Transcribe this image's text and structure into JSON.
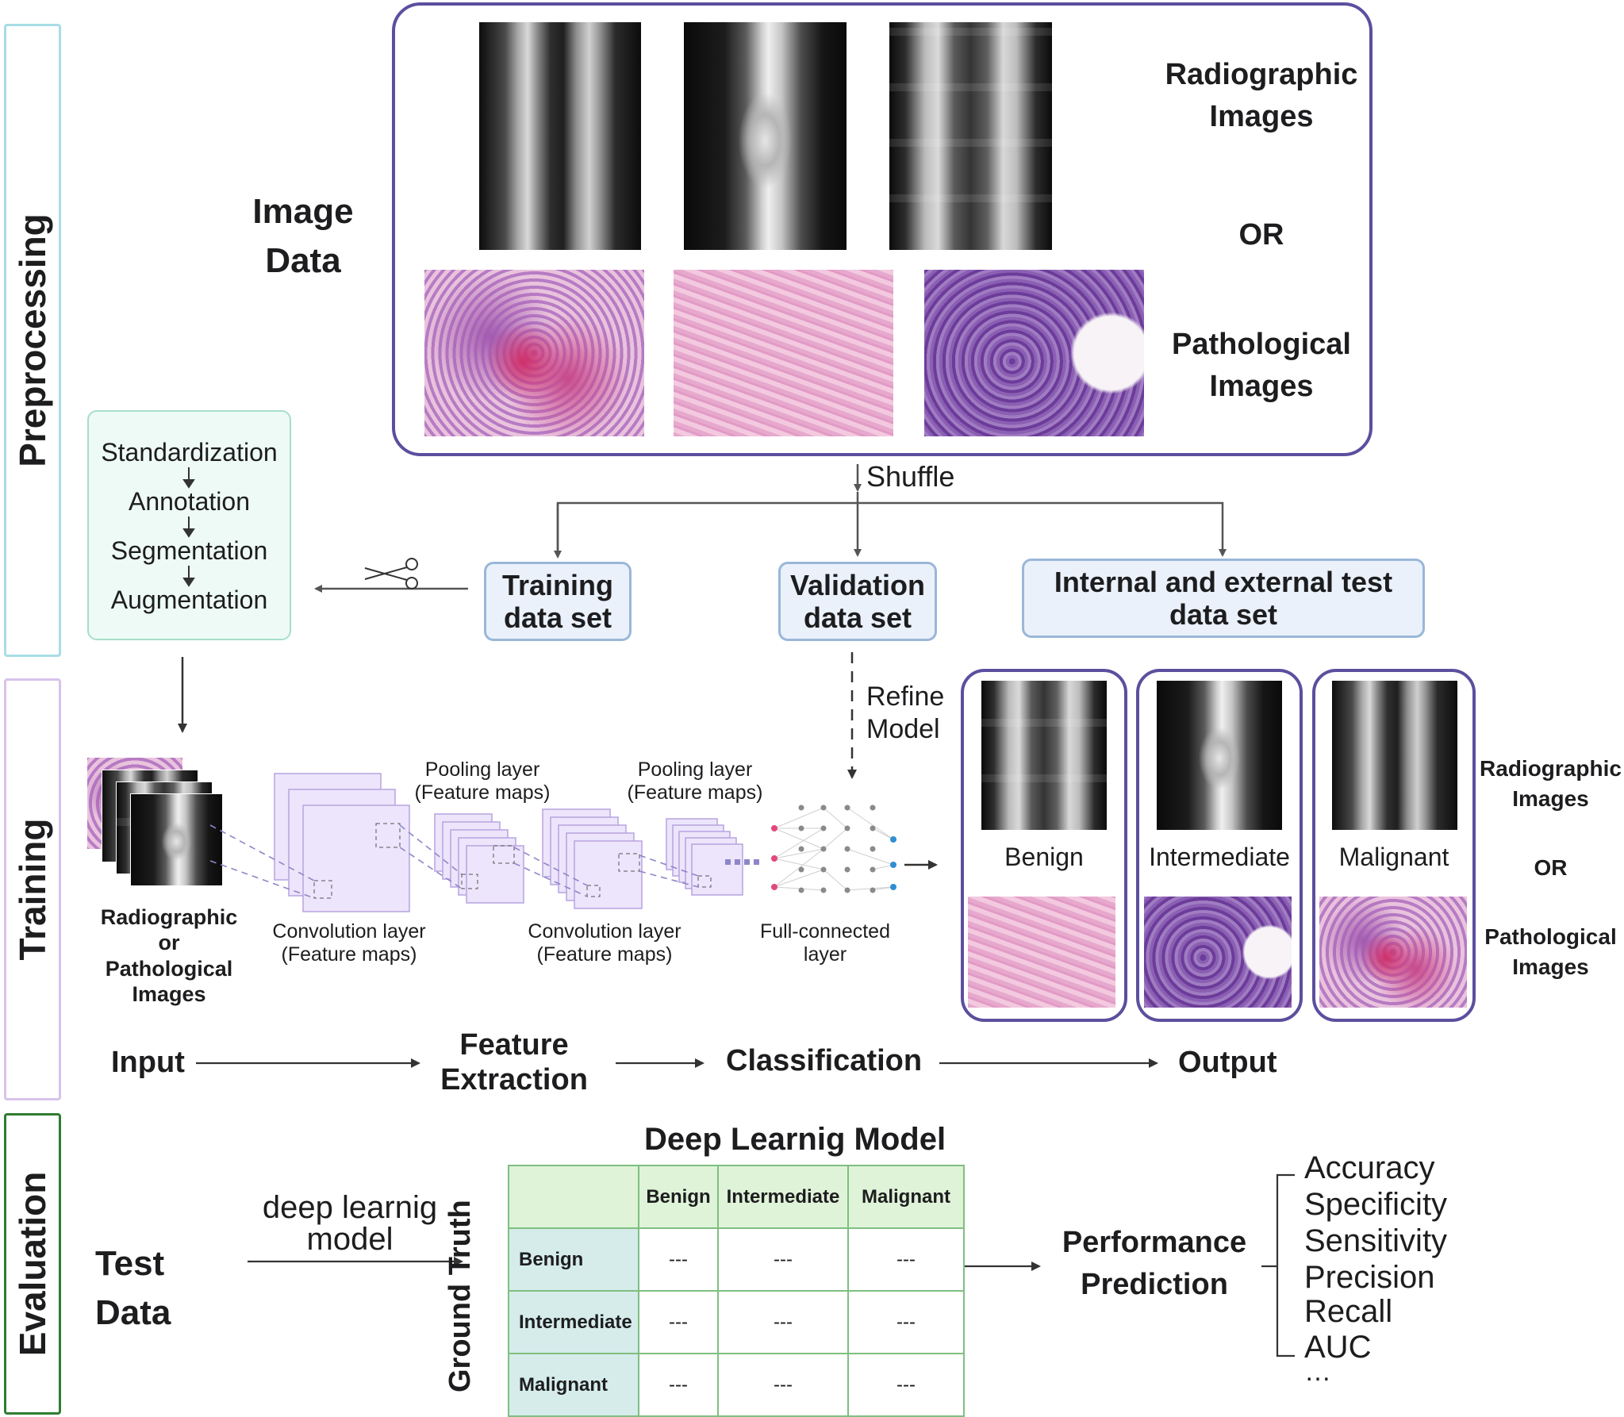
{
  "phases": {
    "preprocessing": "Preprocessing",
    "training": "Training",
    "evaluation": "Evaluation"
  },
  "image_data": {
    "title": "Image\nData",
    "radiographic": "Radiographic\nImages",
    "or": "OR",
    "pathological": "Pathological\nImages"
  },
  "shuffle": "Shuffle",
  "datasets": {
    "training": "Training\ndata set",
    "validation": "Validation\ndata set",
    "test": "Internal and external test\ndata set"
  },
  "preprocess_steps": [
    "Standardization",
    "Annotation",
    "Segmentation",
    "Augmentation"
  ],
  "refine": "Refine\nModel",
  "cnn": {
    "input_label": "Radiographic\nor\nPathological\nImages",
    "conv1": "Convolution layer\n(Feature maps)",
    "pool1": "Pooling layer\n(Feature maps)",
    "conv2": "Convolution layer\n(Feature maps)",
    "pool2": "Pooling layer\n(Feature maps)",
    "fc": "Full-connected\nlayer"
  },
  "outputs": {
    "classes": [
      "Benign",
      "Intermediate",
      "Malignant"
    ],
    "radiographic": "Radiographic\nImages",
    "or": "OR",
    "pathological": "Pathological\nImages"
  },
  "pipeline": [
    "Input",
    "Feature\nExtraction",
    "Classification",
    "Output"
  ],
  "evaluation": {
    "test_data": "Test\nData",
    "model_arrow": "deep learnig\nmodel",
    "matrix_title": "Deep Learnig Model",
    "ground_truth": "Ground Truth",
    "columns": [
      "Benign",
      "Intermediate",
      "Malignant"
    ],
    "rows": [
      {
        "label": "Benign",
        "values": [
          "---",
          "---",
          "---"
        ]
      },
      {
        "label": "Intermediate",
        "values": [
          "---",
          "---",
          "---"
        ]
      },
      {
        "label": "Malignant",
        "values": [
          "---",
          "---",
          "---"
        ]
      }
    ],
    "performance": "Performance\nPrediction",
    "metrics": [
      "Accuracy",
      "Specificity",
      "Sensitivity",
      "Precision",
      "Recall",
      "AUC",
      "…"
    ]
  },
  "colors": {
    "preprocessing_border": "#a7dde6",
    "training_border": "#d8c3ec",
    "evaluation_border": "#2e7d32",
    "image_frame": "#5b4f9e",
    "dataset_fill": "#eaf1fa",
    "steps_fill": "#eefaf5"
  }
}
